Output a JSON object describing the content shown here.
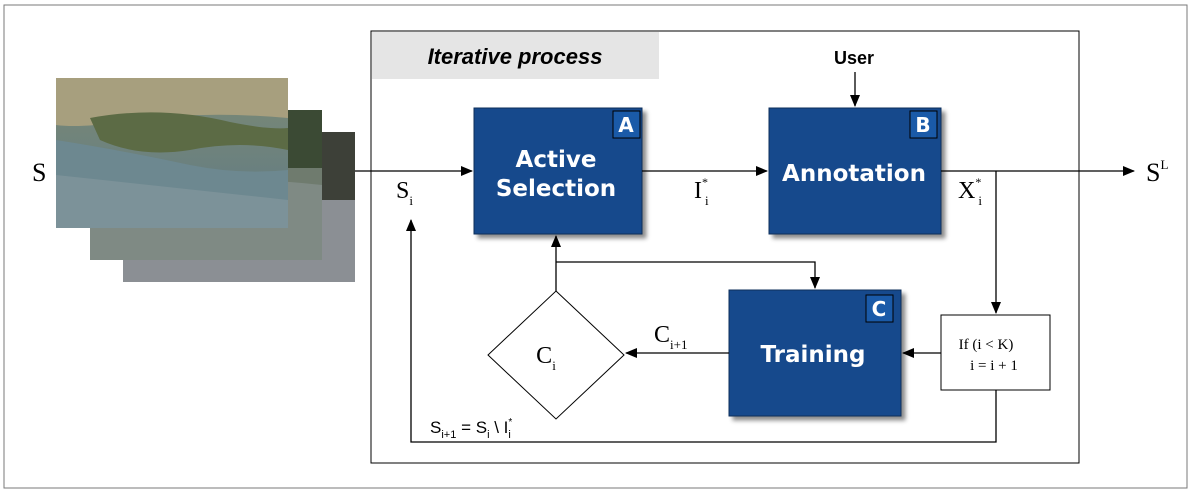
{
  "process": {
    "title": "Iterative process"
  },
  "user_label": "User",
  "blocks": {
    "selection": {
      "badge": "A",
      "line1": "Active",
      "line2": "Selection"
    },
    "annotation": {
      "badge": "B",
      "title": "Annotation"
    },
    "training": {
      "badge": "C",
      "title": "Training"
    }
  },
  "labels": {
    "s": "S",
    "s_i": {
      "base": "S",
      "sub": "i"
    },
    "i_star": {
      "base": "I",
      "sup": "*",
      "sub": "i"
    },
    "x_star": {
      "base": "X",
      "sup": "*",
      "sub": "i"
    },
    "s_L": {
      "base": "S",
      "sup": "L"
    },
    "c_next": {
      "base": "C",
      "sub": "i+1"
    },
    "c_i": {
      "base": "C",
      "sub": "i"
    },
    "condition": {
      "line1": "If (i < K)",
      "line2": "i = i + 1"
    },
    "update": {
      "s": "S",
      "s_sub": "i+1",
      "eq": " = S",
      "eq_sub": "i",
      "minus": " \\ I",
      "i_sup": "*",
      "i_sub": "i"
    }
  },
  "colors": {
    "block_fill": "#144a8c",
    "block_edge": "#0d2f5a",
    "badge_fill": "#1a5aa8",
    "title_bar": "#e5e5e5"
  }
}
